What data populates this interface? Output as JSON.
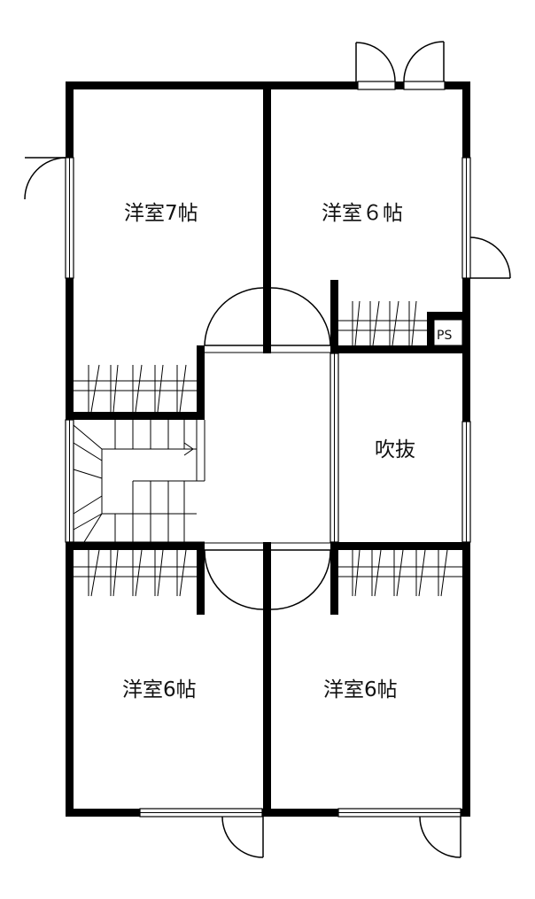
{
  "floor_plan": {
    "rooms": [
      {
        "id": "room-nw",
        "label": "洋室7帖"
      },
      {
        "id": "room-ne",
        "label": "洋室６帖"
      },
      {
        "id": "room-sw",
        "label": "洋室6帖"
      },
      {
        "id": "room-se",
        "label": "洋室6帖"
      },
      {
        "id": "void",
        "label": "吹抜"
      }
    ],
    "ps_label": "PS"
  }
}
